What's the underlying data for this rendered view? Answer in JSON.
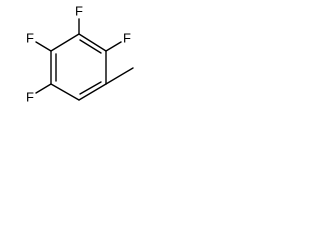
{
  "molecule": {
    "atoms": {
      "f_top": "F",
      "f_upper_left": "F",
      "f_upper_right": "F",
      "f_lower_left": "F"
    }
  }
}
